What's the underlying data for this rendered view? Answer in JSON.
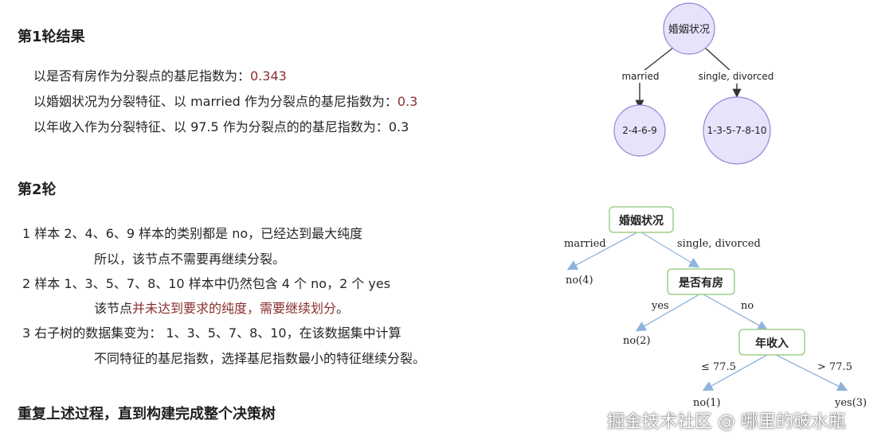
{
  "round1": {
    "title": "第1轮结果",
    "lines": [
      {
        "text": "以是否有房作为分裂点的基尼指数为：",
        "value": "0.343"
      },
      {
        "text": "以婚姻状况为分裂特征、以 married 作为分裂点的基尼指数为：",
        "value": "0.3"
      },
      {
        "text": "以年收入作为分裂特征、以 97.5 作为分裂点的的基尼指数为：",
        "value": "0.3"
      }
    ]
  },
  "round2": {
    "title": "第2轮",
    "item1_line1": "1 样本 2、4、6、9 样本的类别都是 no，已经达到最大纯度",
    "item1_line2": "所以，该节点不需要再继续分裂。",
    "item2_line1": "2 样本 1、3、5、7、8、10 样本中仍然包含 4 个 no，2 个 yes",
    "item2_line2_prefix": "该节点",
    "item2_line2_highlight": "并未达到要求的纯度，需要继续划分",
    "item2_line2_suffix": "。",
    "item3_line1": "3 右子树的数据集变为： 1、3、5、7、8、10，在该数据集中计算",
    "item3_line2": "不同特征的基尼指数，选择基尼指数最小的特征继续分裂。"
  },
  "conclusion": "重复上述过程，直到构建完成整个决策树",
  "tree1": {
    "root": "婚姻状况",
    "left_edge": "married",
    "right_edge": "single, divorced",
    "left_leaf": "2-4-6-9",
    "right_leaf": "1-3-5-7-8-10"
  },
  "tree2": {
    "root": "婚姻状况",
    "married": "married",
    "single_divorced": "single, divorced",
    "no4": "no(4)",
    "house": "是否有房",
    "yes": "yes",
    "no": "no",
    "no2": "no(2)",
    "income": "年收入",
    "le": "≤ 77.5",
    "gt": "> 77.5",
    "no1": "no(1)",
    "yes3": "yes(3)"
  },
  "watermark": "掘金技术社区 @ 哪里的破水瓶",
  "colors": {
    "highlight": "#8a2e2e",
    "node_fill": "#e6e3fb",
    "node_stroke": "#8f87d8",
    "box_stroke": "#9fcf8a",
    "arrow_blue": "#8fb4dc"
  }
}
